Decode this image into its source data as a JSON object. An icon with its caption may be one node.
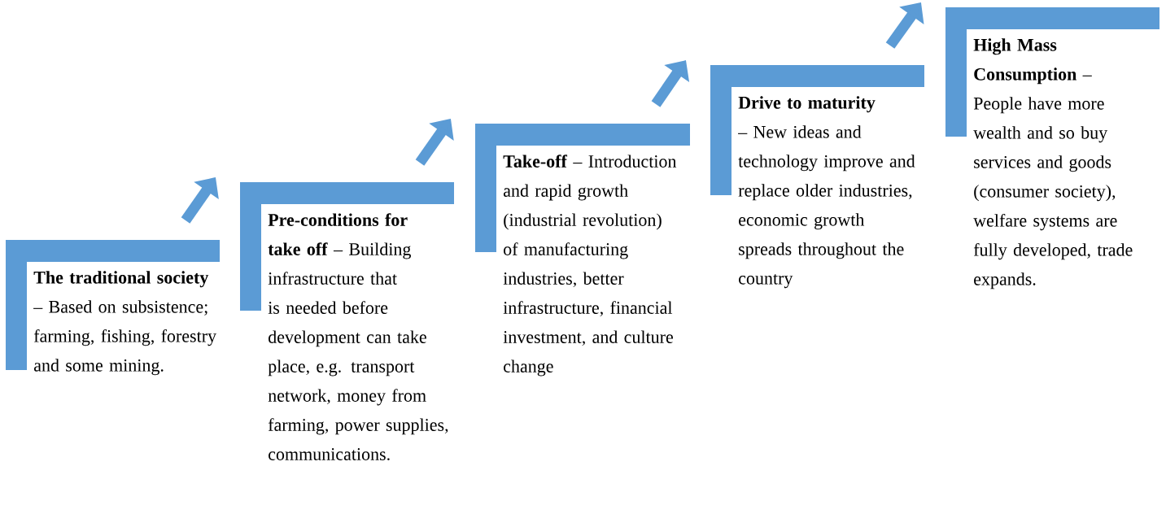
{
  "diagram": {
    "nodes": [
      {
        "text": [
          "**The traditional society** – Based on subsistence; farming, fishing, forestry and some mining."
        ]
      },
      {
        "text": [
          "**Pre-conditions for take off** – Building infrastructure that is needed before development can take place, e.g. transport network, money from farming, power supplies, communications."
        ]
      },
      {
        "text": [
          "**Take-off** – Introduction and rapid growth (industrial revolution) of manufacturing industries, better infrastructure, financial investment, and culture change"
        ]
      },
      {
        "text": [
          "**Drive to maturity** – New ideas and technology improve and replace older industries, economic growth spreads throughout the country"
        ]
      },
      {
        "text": [
          "**High Mass Consumption** – People have more wealth and so buy services and goods (consumer society), welfare systems are fully developed, trade expands."
        ]
      }
    ],
    "edges": [
      {
        "from": 0,
        "to": 1,
        "arrow": "to"
      },
      {
        "from": 1,
        "to": 2,
        "arrow": "to"
      },
      {
        "from": 2,
        "to": 3,
        "arrow": "to"
      },
      {
        "from": 3,
        "to": 4,
        "arrow": "to"
      }
    ]
  }
}
